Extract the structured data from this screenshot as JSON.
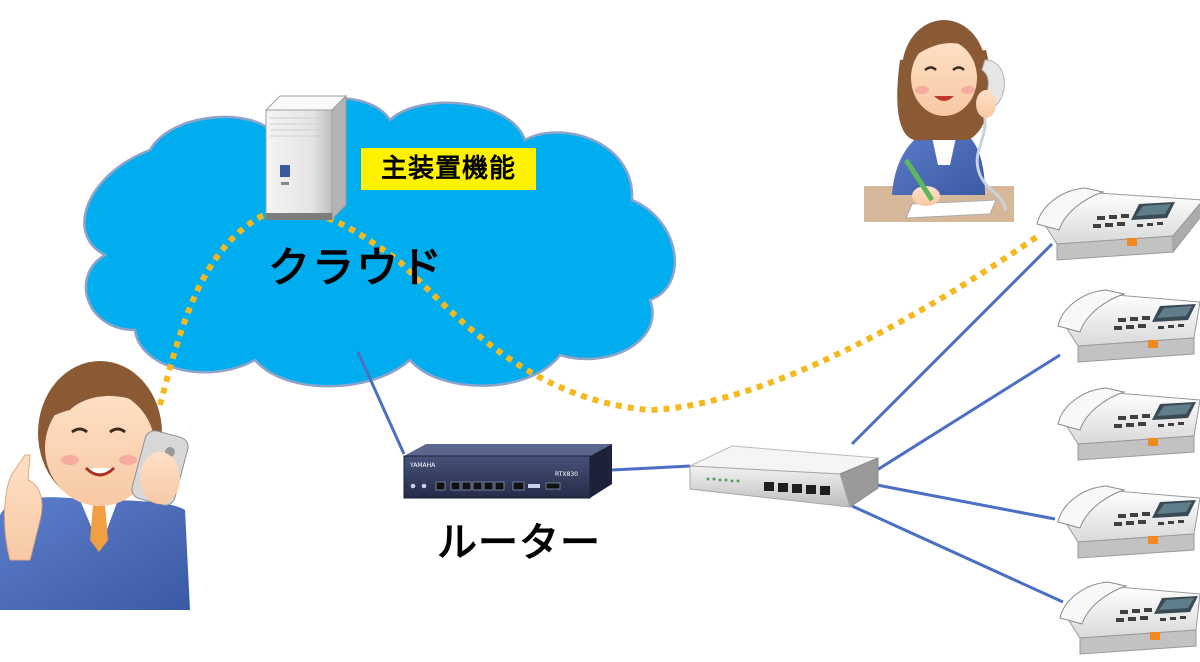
{
  "labels": {
    "main_unit_function": "主装置機能",
    "cloud": "クラウド",
    "router": "ルーター"
  },
  "router_device": {
    "brand": "YAMAHA",
    "model": "RTX830"
  },
  "colors": {
    "cloud_fill": "#00aeef",
    "highlight": "#fff200",
    "wired_link": "#4a6fc4",
    "call_path": "#f5b81f"
  },
  "icons": {
    "server": "server-icon",
    "router": "router-icon",
    "switch": "network-switch-icon",
    "desk_phone": "desk-phone-icon",
    "mobile_user": "mobile-user-icon",
    "office_worker": "office-worker-on-phone-icon"
  }
}
